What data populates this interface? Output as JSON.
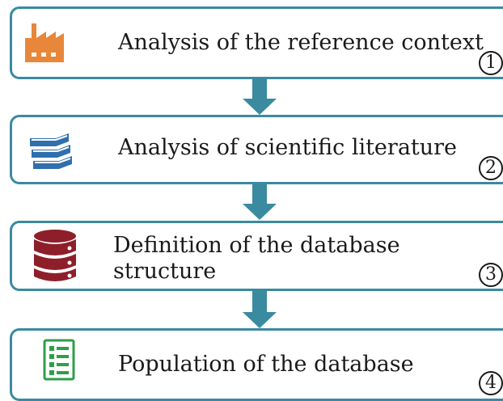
{
  "steps": [
    {
      "label": "Analysis of the reference context",
      "number": "1",
      "icon": "factory-icon",
      "color": "#e8873a"
    },
    {
      "label": "Analysis of scientific literature",
      "number": "2",
      "icon": "books-icon",
      "color": "#2f6fad"
    },
    {
      "label_line1": "Definition of the database",
      "label_line2": "structure",
      "number": "3",
      "icon": "database-icon",
      "color": "#8e1f2a"
    },
    {
      "label": "Population of the database",
      "number": "4",
      "icon": "checklist-icon",
      "color": "#2e9e4a"
    }
  ],
  "colors": {
    "box_border": "#3a8aa0",
    "arrow": "#3a8aa0"
  }
}
